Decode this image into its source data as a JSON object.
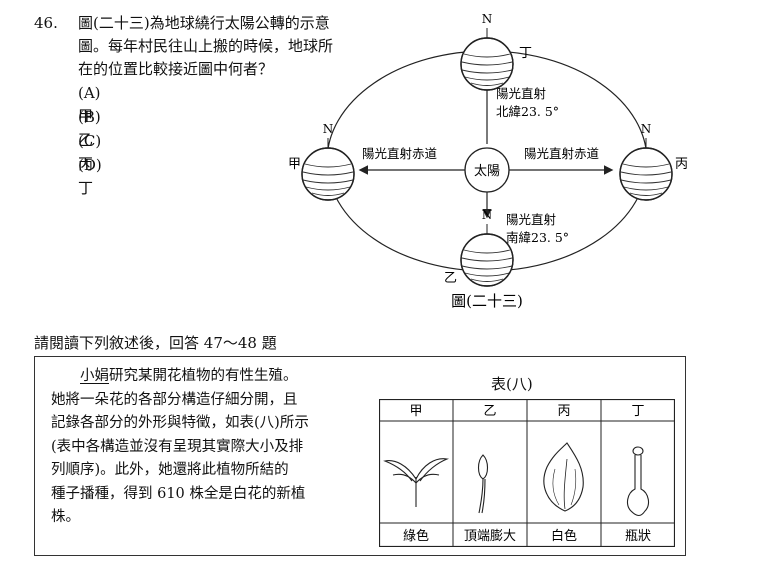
{
  "question46": {
    "number": "46.",
    "stem_lines": [
      "圖(二十三)為地球繞行太陽公轉的示意",
      "圖。每年村民往山上搬的時候，地球所",
      "在的位置比較接近圖中何者？"
    ],
    "options": [
      "(A)甲",
      "(B)乙",
      "(C)丙",
      "(D)丁"
    ]
  },
  "figure23": {
    "caption": "圖(二十三)",
    "sun_label": "太陽",
    "north_label": "N",
    "earth_labels": {
      "left": "甲",
      "bottom": "乙",
      "right": "丙",
      "top": "丁"
    },
    "equator_label_left": "陽光直射赤道",
    "equator_label_right": "陽光直射赤道",
    "north_tropic": [
      "陽光直射",
      "北緯23. 5°"
    ],
    "south_tropic": [
      "陽光直射",
      "南緯23. 5°"
    ]
  },
  "intro": "請閱讀下列敘述後，回答 47～48 題",
  "passage": {
    "name": "小娟",
    "first_line_rest": "研究某開花植物的有性生殖。",
    "lines": [
      "她將一朵花的各部分構造仔細分開，且",
      "記錄各部分的外形與特徵，如表(八)所示",
      "(表中各構造並沒有呈現其實際大小及排",
      "列順序)。此外，她還將此植物所結的",
      "種子播種，得到 610 株全是白花的新植",
      "株。"
    ]
  },
  "table8": {
    "title": "表(八)",
    "headers": [
      "甲",
      "乙",
      "丙",
      "丁"
    ],
    "icons": [
      "sepal-like-icon",
      "stamen-icon",
      "petal-icon",
      "pistil-icon"
    ],
    "descriptions": [
      "綠色",
      "頂端膨大",
      "白色",
      "瓶狀"
    ]
  }
}
